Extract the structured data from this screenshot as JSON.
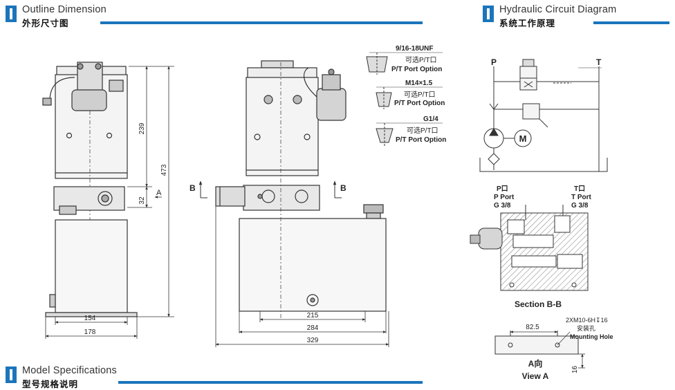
{
  "sections": {
    "outline": {
      "title_en": "Outline Dimension",
      "title_zh": "外形尺寸图"
    },
    "circuit": {
      "title_en": "Hydraulic Circuit Diagram",
      "title_zh": "系统工作原理"
    },
    "model": {
      "title_en": "Model Specifications",
      "title_zh": "型号规格说明"
    }
  },
  "dimensions": {
    "h239": "239",
    "h473": "473",
    "h32": "32",
    "w154": "154",
    "w178": "178",
    "w215": "215",
    "w284": "284",
    "w329": "329",
    "w82_5": "82.5",
    "h16": "16",
    "view_a_arrow": "A",
    "section_b_left": "B",
    "section_b_right": "B"
  },
  "port_options": [
    {
      "thread": "9/16-18UNF",
      "zh": "可选P/T口",
      "en": "P/T Port Option"
    },
    {
      "thread": "M14×1.5",
      "zh": "可选P/T口",
      "en": "P/T Port Option"
    },
    {
      "thread": "G1/4",
      "zh": "可选P/T口",
      "en": "P/T Port Option"
    }
  ],
  "circuit": {
    "p_label": "P",
    "t_label": "T",
    "motor_label": "M"
  },
  "section_bb": {
    "p_zh": "P口",
    "p_en": "P Port",
    "p_size": "G 3/8",
    "t_zh": "T口",
    "t_en": "T Port",
    "t_size": "G 3/8",
    "caption": "Section B-B"
  },
  "view_a": {
    "thread": "2XM10-6H↧16",
    "zh": "安装孔",
    "en": "Mounting Hole",
    "caption_zh": "A向",
    "caption_en": "View A"
  },
  "colors": {
    "accent": "#1b75bb"
  }
}
